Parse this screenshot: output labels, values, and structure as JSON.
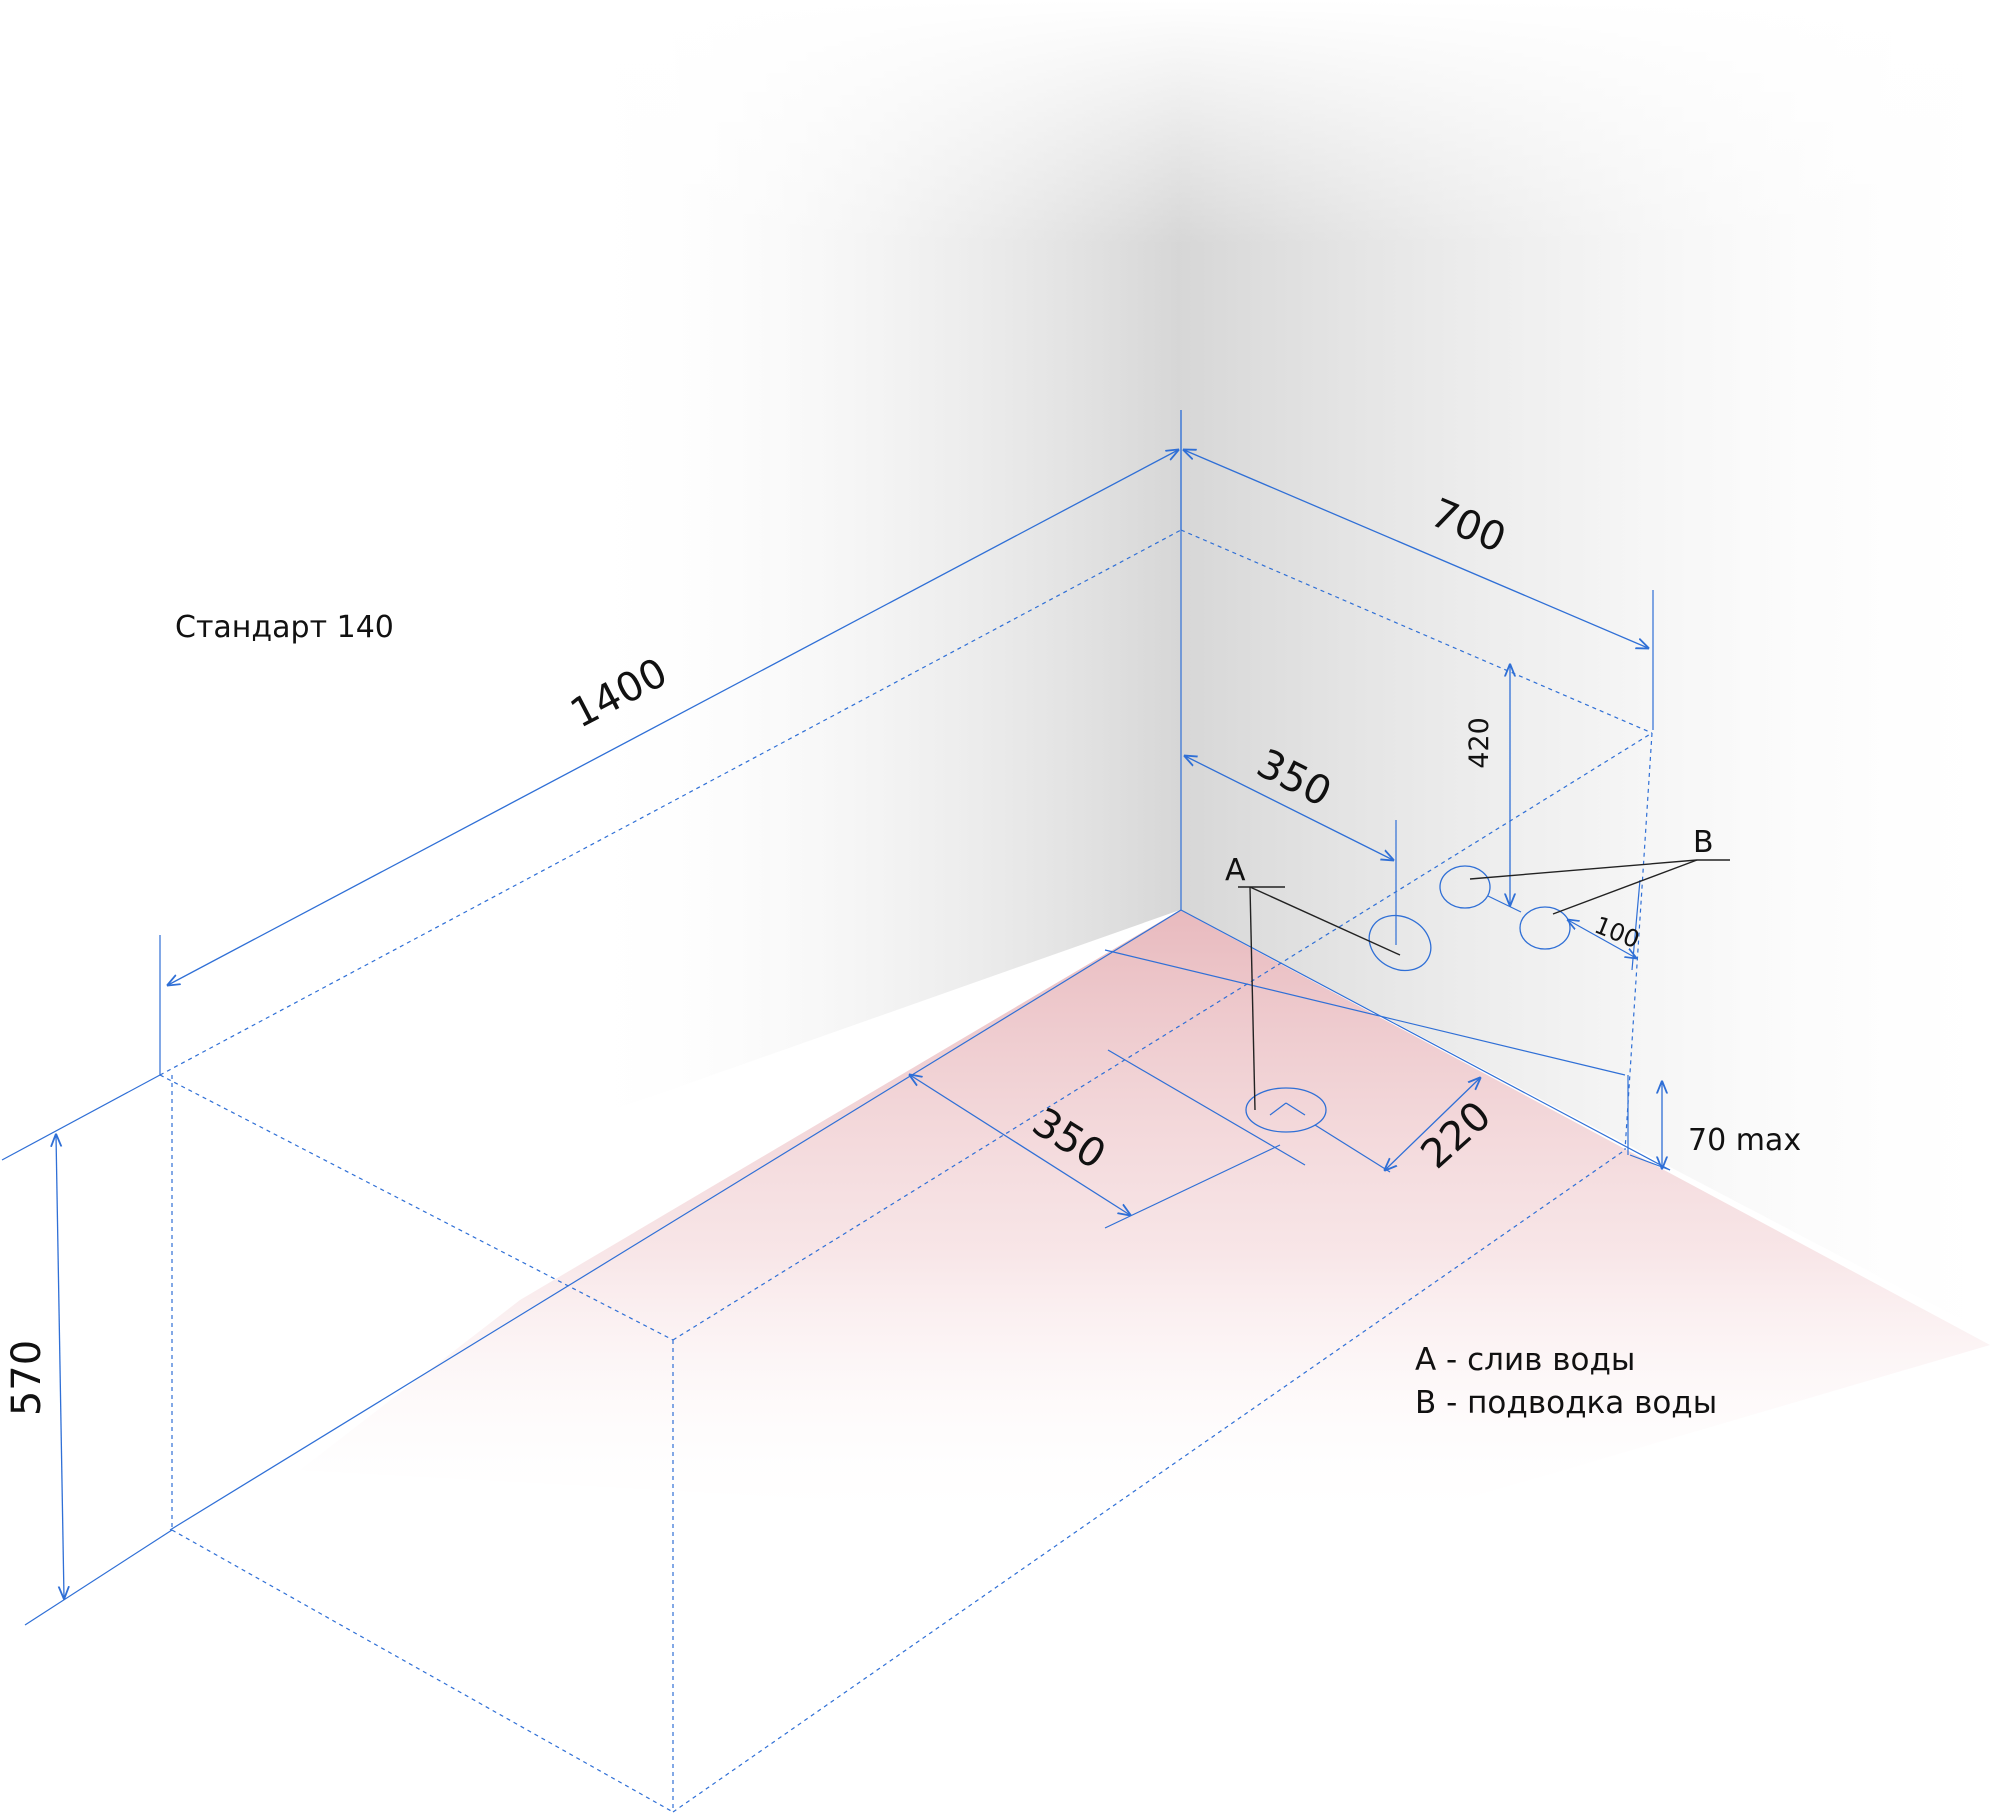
{
  "title": "Стандарт 140",
  "dimensions": {
    "length": "1400",
    "width": "700",
    "height": "570",
    "drain_offset_wall": "350",
    "drain_offset_floor": "350",
    "drain_depth": "220",
    "supply_height": "420",
    "supply_spacing": "100",
    "floor_gap": "70 max"
  },
  "markers": {
    "a": "A",
    "b": "B"
  },
  "legend": {
    "a": "A - слив воды",
    "b": "B - подводка воды"
  },
  "colors": {
    "dimension_line": "#2f6fd6",
    "floor_tint": "#e6a0a6",
    "wall_shadow": "#d9d9d9"
  }
}
